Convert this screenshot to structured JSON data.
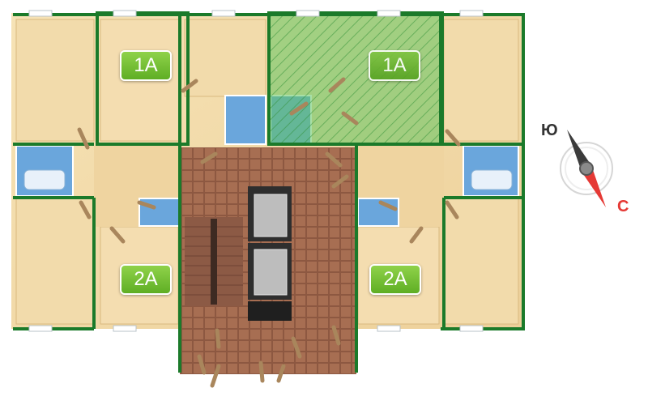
{
  "units": [
    {
      "id": "unit-1a-left",
      "label": "1A",
      "selected": false
    },
    {
      "id": "unit-1a-right",
      "label": "1A",
      "selected": true
    },
    {
      "id": "unit-2a-left",
      "label": "2A",
      "selected": false
    },
    {
      "id": "unit-2a-right",
      "label": "2A",
      "selected": false
    }
  ],
  "compass": {
    "south_label": "Ю",
    "north_label": "С",
    "south_color": "#333333",
    "north_color": "#e53935"
  },
  "colors": {
    "wall": "#1b7a2a",
    "room_floor": "#f3dcaa",
    "bathroom": "#6fa9df",
    "stair_floor": "#a66b50",
    "highlight": "#55c05a",
    "badge": "#6dbb2e"
  }
}
